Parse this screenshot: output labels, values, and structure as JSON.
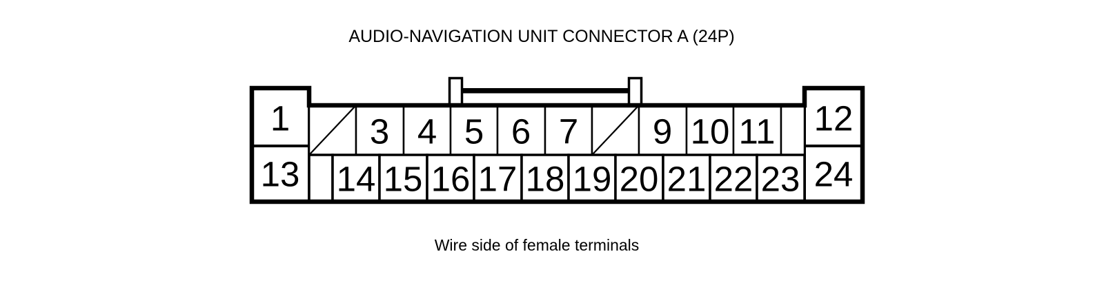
{
  "title": "AUDIO-NAVIGATION UNIT CONNECTOR A (24P)",
  "caption": "Wire side of female terminals",
  "colors": {
    "line": "#000000",
    "background": "#ffffff",
    "text": "#000000"
  },
  "connector": {
    "top_row": [
      {
        "type": "end",
        "pin": "1"
      },
      {
        "type": "missing",
        "pin": ""
      },
      {
        "type": "pin",
        "pin": "3"
      },
      {
        "type": "pin",
        "pin": "4"
      },
      {
        "type": "pin",
        "pin": "5"
      },
      {
        "type": "pin",
        "pin": "6"
      },
      {
        "type": "pin",
        "pin": "7"
      },
      {
        "type": "missing",
        "pin": ""
      },
      {
        "type": "pin",
        "pin": "9"
      },
      {
        "type": "pin",
        "pin": "10"
      },
      {
        "type": "pin",
        "pin": "11"
      },
      {
        "type": "blank",
        "pin": ""
      },
      {
        "type": "end",
        "pin": "12"
      }
    ],
    "bottom_row": [
      {
        "type": "end",
        "pin": "13"
      },
      {
        "type": "blank",
        "pin": ""
      },
      {
        "type": "pin",
        "pin": "14"
      },
      {
        "type": "pin",
        "pin": "15"
      },
      {
        "type": "pin",
        "pin": "16"
      },
      {
        "type": "pin",
        "pin": "17"
      },
      {
        "type": "pin",
        "pin": "18"
      },
      {
        "type": "pin",
        "pin": "19"
      },
      {
        "type": "pin",
        "pin": "20"
      },
      {
        "type": "pin",
        "pin": "21"
      },
      {
        "type": "pin",
        "pin": "22"
      },
      {
        "type": "pin",
        "pin": "23"
      },
      {
        "type": "end",
        "pin": "24"
      }
    ]
  }
}
